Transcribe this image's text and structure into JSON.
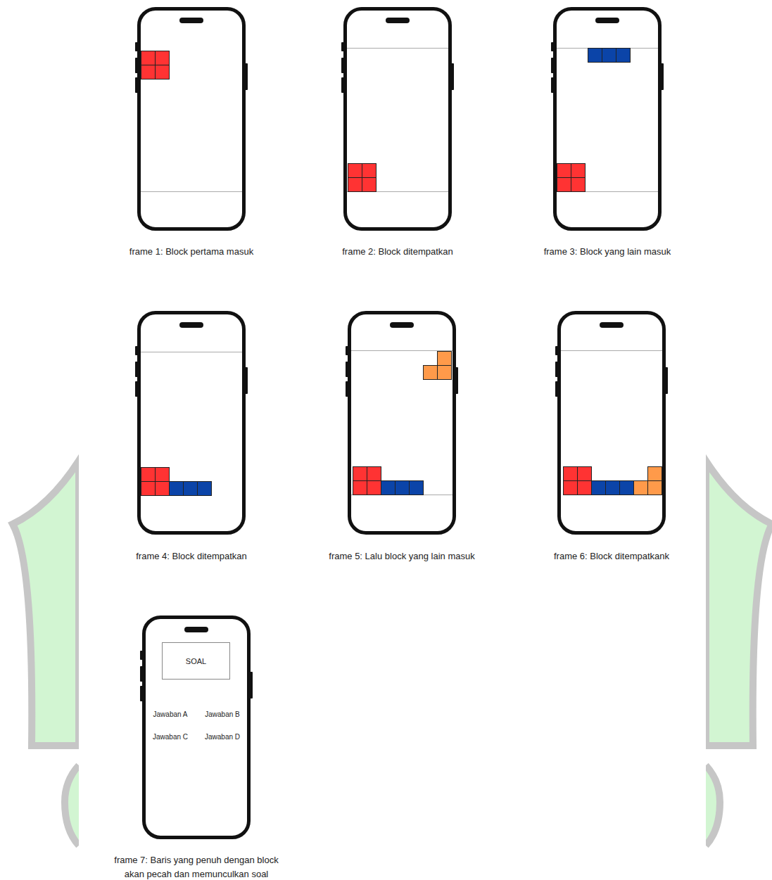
{
  "diagram": {
    "nodes": [
      {
        "text": [
          "frame 1: Block pertama masuk"
        ]
      },
      {
        "text": [
          "frame 2: Block ditempatkan"
        ]
      },
      {
        "text": [
          "frame 3: Block yang lain masuk"
        ]
      },
      {
        "text": [
          "frame 4: Block ditempatkan"
        ]
      },
      {
        "text": [
          "frame 5: Lalu block yang lain masuk"
        ]
      },
      {
        "text": [
          "frame 6: Block ditempatkank"
        ]
      },
      {
        "text": [
          "frame 7: Baris yang penuh dengan block akan pecah dan memunculkan soal",
          "Jawaban A",
          "Jawaban B",
          "Jawaban C",
          "Jawaban D"
        ]
      },
      {
        "text": [
          "SOAL"
        ],
        "in": 6
      }
    ]
  }
}
